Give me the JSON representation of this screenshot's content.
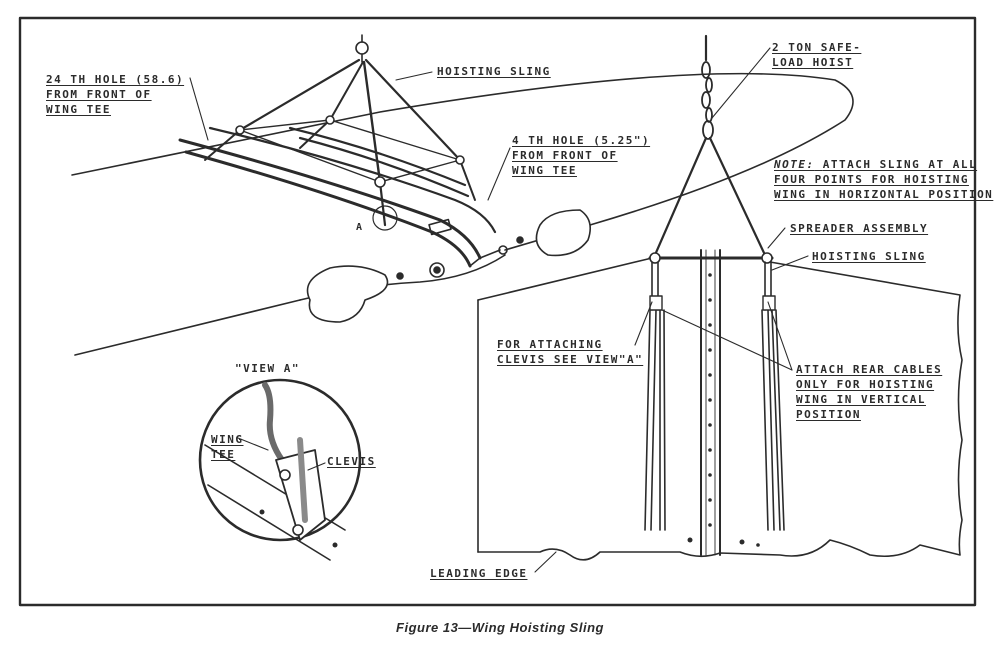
{
  "caption": "Figure 13—Wing Hoisting Sling",
  "labels": {
    "hole24": [
      "24 TH  HOLE (58.6)",
      "FROM FRONT OF",
      "WING TEE"
    ],
    "hoisting_sling_top": "HOISTING SLING",
    "hole4": [
      "4 TH HOLE (5.25\")",
      "FROM FRONT OF",
      "WING TEE"
    ],
    "hoist": [
      "2 TON SAFE-",
      "LOAD HOIST"
    ],
    "note_head": "NOTE:",
    "note": [
      "ATTACH SLING AT ALL",
      "FOUR POINTS FOR HOISTING",
      "WING IN HORIZONTAL POSITION"
    ],
    "spreader": "SPREADER ASSEMBLY",
    "hoisting_sling_right": "HOISTING SLING",
    "attaching": [
      "FOR  ATTACHING",
      "CLEVIS SEE VIEW\"A\""
    ],
    "rear_cables": [
      "ATTACH REAR CABLES",
      "ONLY FOR HOISTING",
      "WING IN VERTICAL",
      "POSITION"
    ],
    "view_a": "\"VIEW  A\"",
    "wing_tee": [
      "WING",
      "TEE"
    ],
    "clevis": "CLEVIS",
    "leading_edge": "LEADING  EDGE",
    "callout_a": "A"
  },
  "colors": {
    "ink": "#2b2b2b",
    "paper": "#ffffff",
    "shade": "#9a9a9a"
  }
}
